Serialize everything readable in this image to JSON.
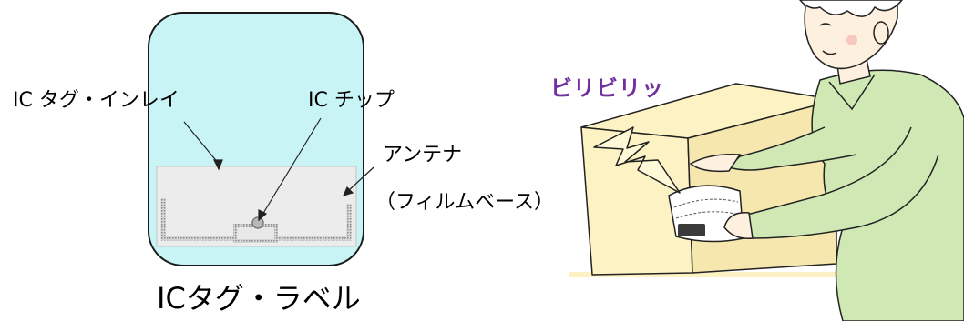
{
  "labels": {
    "inlay": "IC タグ・インレイ",
    "chip": "IC チップ",
    "antenna": "アンテナ",
    "film_base": "（フィルムベース）",
    "title": "ICタグ・ラベル",
    "sound_effect": "ビリビリッ"
  },
  "colors": {
    "tag_fill": "#c8f4f6",
    "tag_border": "#1a1a1a",
    "inlay_fill": "#ececec",
    "antenna_stroke": "#9c9c9c",
    "box_fill": "#fdf2c4",
    "shirt_fill": "#cfe8b4",
    "skin_fill": "#fdf0de",
    "sound_color": "#7030a0"
  }
}
